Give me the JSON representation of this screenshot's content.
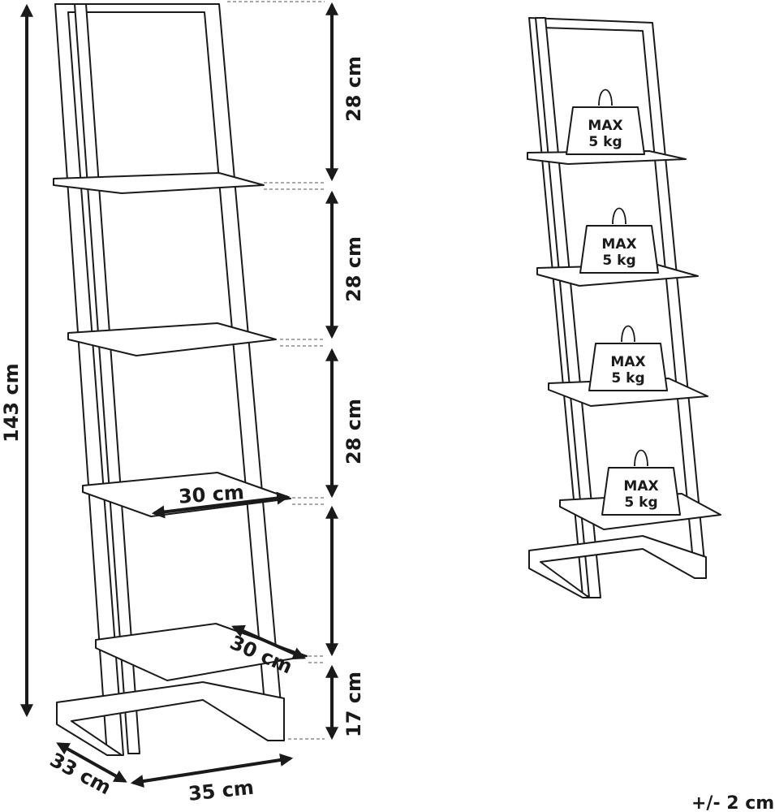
{
  "dimensions": {
    "total_height": "143 cm",
    "shelf_gap_1": "28 cm",
    "shelf_gap_2": "28 cm",
    "shelf_gap_3": "28 cm",
    "bottom_gap": "17 cm",
    "shelf_width": "30 cm",
    "shelf_depth": "30 cm",
    "base_depth": "33 cm",
    "base_width": "35 cm"
  },
  "load_labels": [
    {
      "max": "MAX",
      "weight": "5 kg"
    },
    {
      "max": "MAX",
      "weight": "5 kg"
    },
    {
      "max": "MAX",
      "weight": "5 kg"
    },
    {
      "max": "MAX",
      "weight": "5 kg"
    }
  ],
  "tolerance": "+/- 2 cm"
}
